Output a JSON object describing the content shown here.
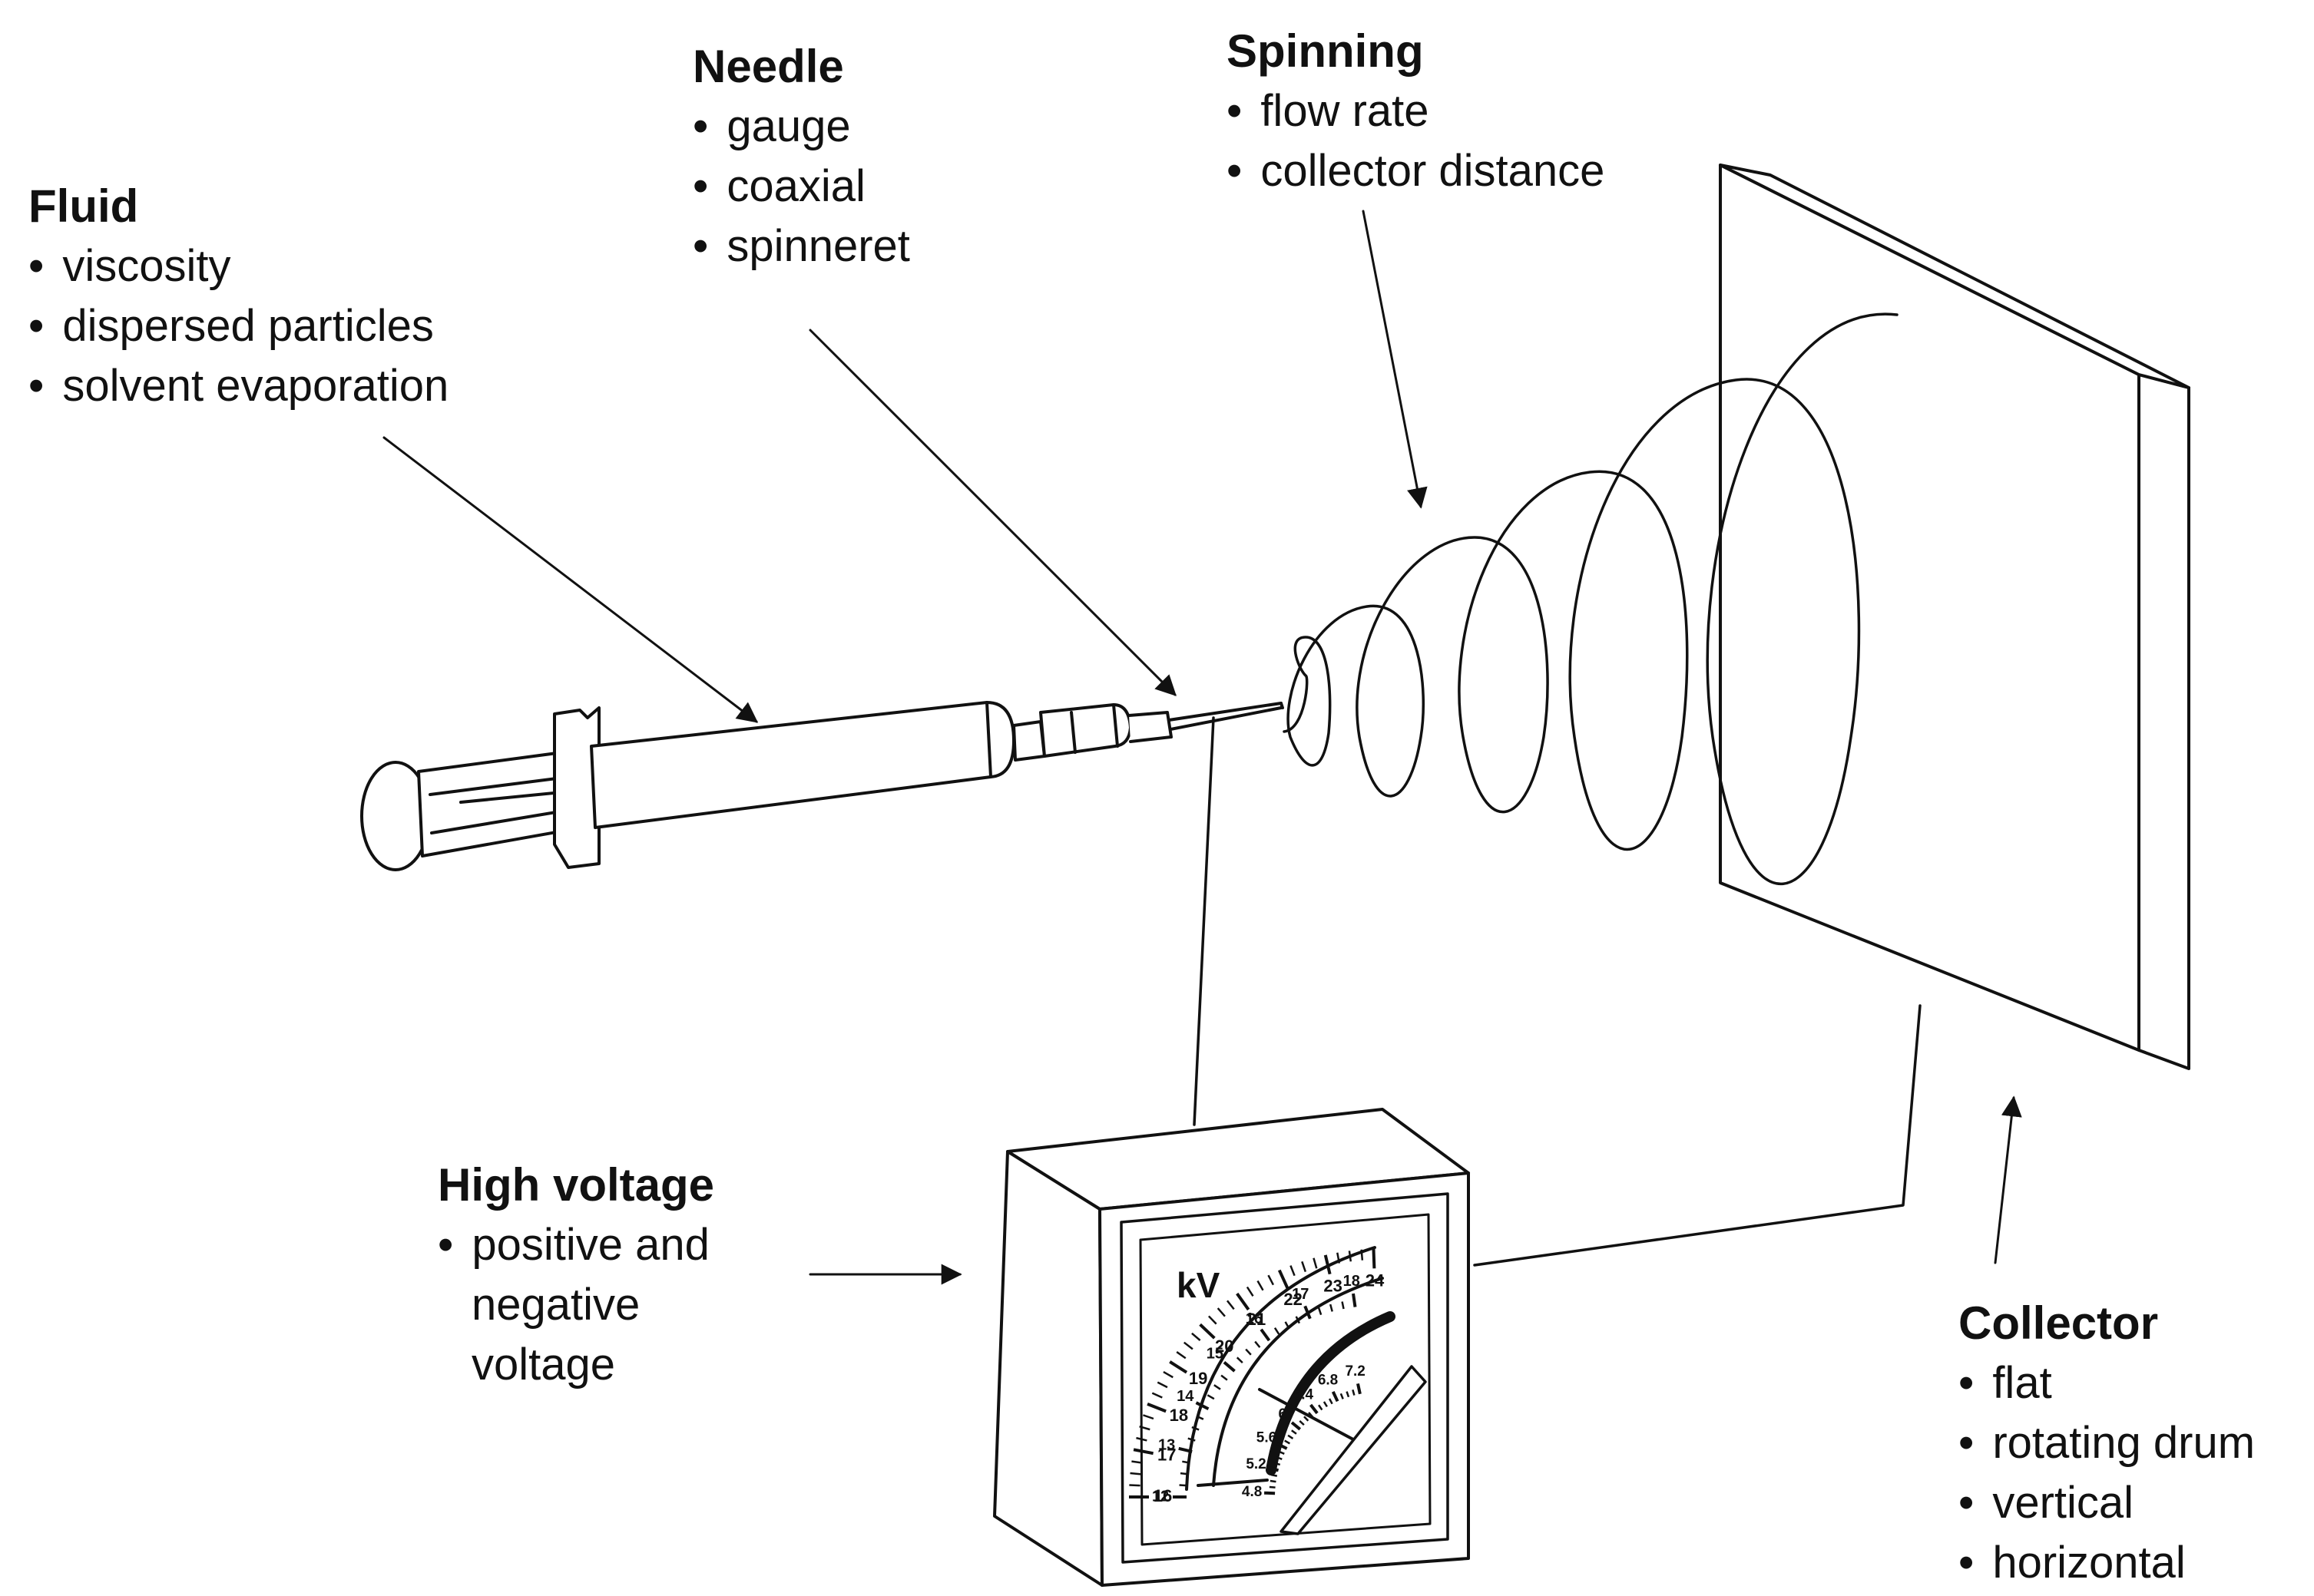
{
  "labels": {
    "fluid": {
      "title": "Fluid",
      "items": [
        "viscosity",
        "dispersed particles",
        "solvent evaporation"
      ]
    },
    "needle": {
      "title": "Needle",
      "items": [
        "gauge",
        "coaxial",
        "spinneret"
      ]
    },
    "spinning": {
      "title": "Spinning",
      "items": [
        "flow rate",
        "collector distance"
      ]
    },
    "high_voltage": {
      "title": "High voltage",
      "items": [
        "positive and",
        "negative",
        "voltage"
      ]
    },
    "collector": {
      "title": "Collector",
      "items": [
        "flat",
        "rotating drum",
        "vertical",
        "horizontal"
      ]
    }
  },
  "meter": {
    "unit": "kV",
    "outer_scale": [
      "16",
      "17",
      "18",
      "19",
      "20",
      "21",
      "22",
      "23",
      "24"
    ],
    "middle_scale": [
      "12",
      "13",
      "14",
      "15",
      "16",
      "17",
      "18"
    ],
    "inner_scale": [
      "4.8",
      "5.2",
      "5.6",
      "6",
      "6.4",
      "6.8",
      "7.2"
    ]
  },
  "colors": {
    "ink": "#111111",
    "background": "#ffffff"
  }
}
